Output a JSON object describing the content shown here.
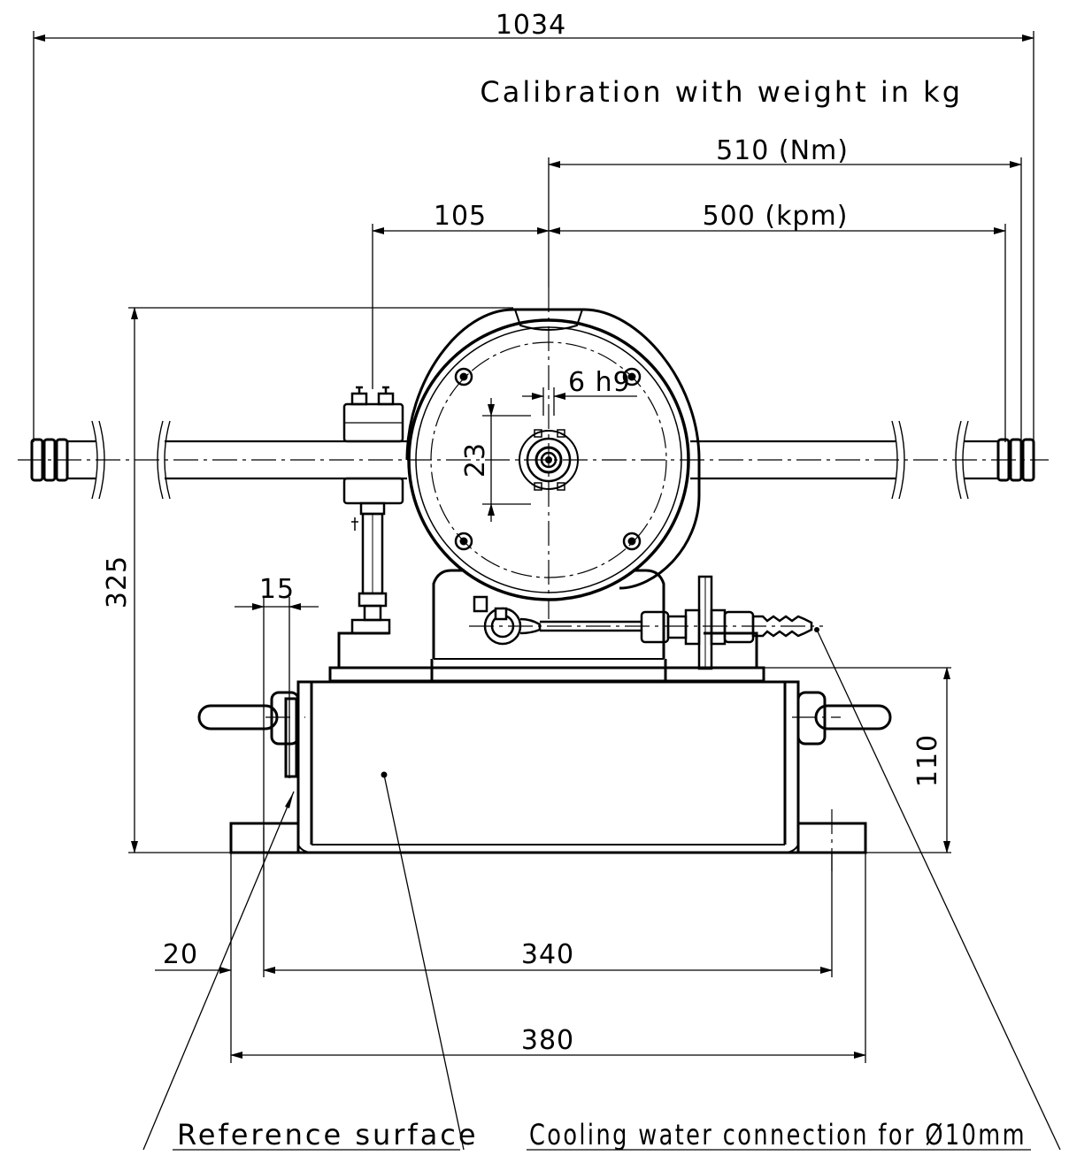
{
  "drawing": {
    "dim_overall_length": "1034",
    "calibration_note": "Calibration with weight in kg",
    "dim_lever_nm": "510 (Nm)",
    "dim_offset_105": "105",
    "dim_lever_kpm": "500 (kpm)",
    "dim_shaft_key": "6 h9",
    "dim_shaft_dia": "23",
    "dim_height_325": "325",
    "dim_flange_15": "15",
    "dim_box_height_110": "110",
    "dim_edge_20": "20",
    "dim_holes_340": "340",
    "dim_base_380": "380",
    "label_reference_surface": "Reference surface",
    "label_cooling_water": "Cooling water connection for Ø10mm"
  }
}
